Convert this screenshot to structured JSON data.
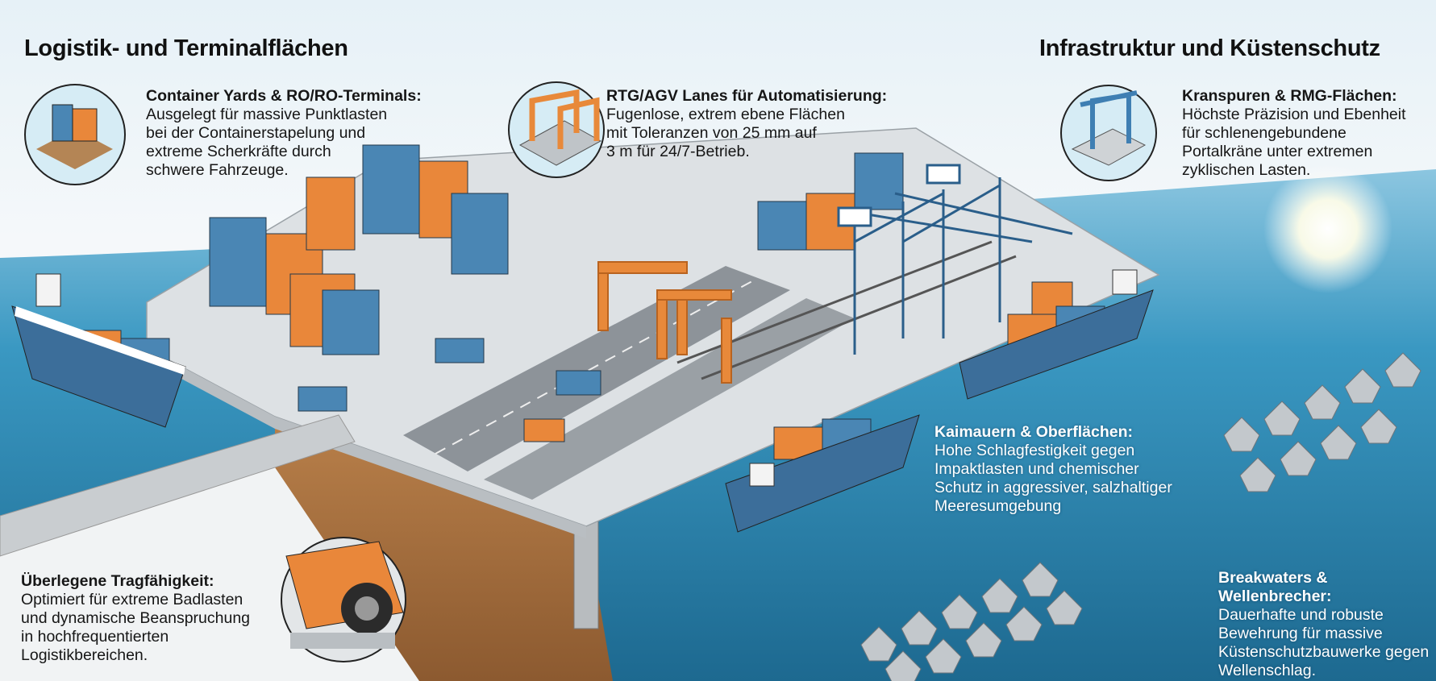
{
  "titles": {
    "left": "Logistik- und Terminalflächen",
    "right": "Infrastruktur und Küstenschutz"
  },
  "callouts": {
    "container_yards": {
      "heading": "Container Yards & RO/RO-Terminals:",
      "lines": [
        "Ausgelegt für massive Punktlasten",
        "bei der Containerstapelung und",
        "extreme Scherkräfte durch",
        "schwere Fahrzeuge."
      ]
    },
    "rtg_agv": {
      "heading": "RTG/AGV Lanes für Automatisierung:",
      "lines": [
        "Fugenlose, extrem ebene Flächen",
        "mit Toleranzen von 25 mm auf",
        "3 m für 24/7-Betrieb."
      ]
    },
    "kranspuren": {
      "heading": "Kranspuren & RMG-Flächen:",
      "lines": [
        "Höchste Präzision und Ebenheit",
        "für schlenengebundene",
        "Portalkräne unter extremen",
        "zyklischen Lasten."
      ]
    },
    "kaimauern": {
      "heading": "Kaimauern & Oberflächen:",
      "lines": [
        "Hohe Schlagfestigkeit gegen",
        "Impaktlasten und chemischer",
        "Schutz in aggressiver, salzhaltiger",
        "Meeresumgebung"
      ]
    },
    "tragfaehigkeit": {
      "heading": "Überlegene Tragfähigkeit:",
      "lines": [
        "Optimiert für extreme Badlasten",
        "und dynamische Beanspruchung",
        "in hochfrequentierten",
        "Logistikbereichen."
      ]
    },
    "breakwaters": {
      "heading": "Breakwaters &",
      "heading2": "Wellenbrecher:",
      "lines": [
        "Dauerhafte und robuste",
        "Bewehrung für massive",
        "Küstenschutzbauwerke gegen",
        "Wellenschlag."
      ]
    }
  },
  "colors": {
    "sea": "#2f8fb8",
    "sea_deep": "#1d6e96",
    "concrete": "#d9dde0",
    "container_blue": "#4a86b4",
    "container_orange": "#e9873a",
    "crane_blue": "#3f7fb3",
    "quay_brown": "#a8703f"
  }
}
